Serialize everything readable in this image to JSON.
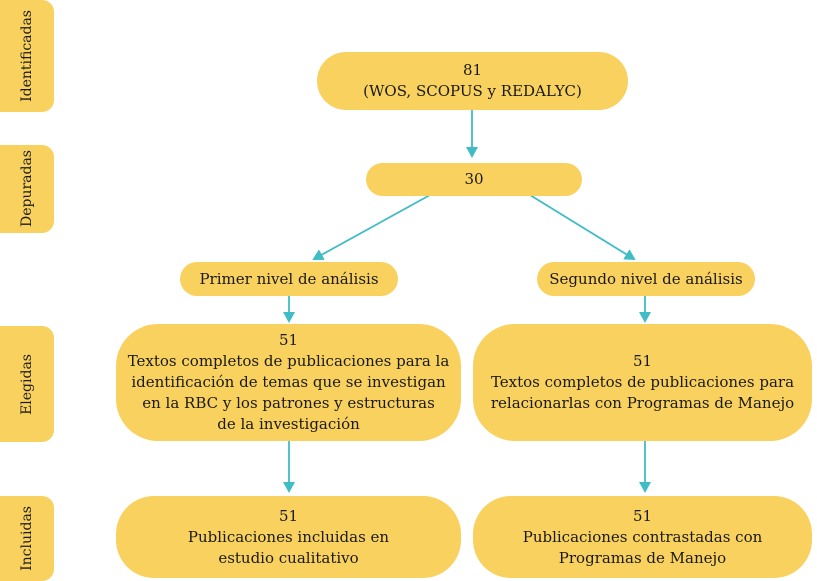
{
  "stages": [
    "Identificadas",
    "Depuradas",
    "Elegidas",
    "Incluidas"
  ],
  "identified": {
    "count": "81",
    "sources": "(WOS, SCOPUS y REDALYC)"
  },
  "filtered": {
    "count": "30"
  },
  "levels": {
    "first": "Primer nivel de análisis",
    "second": "Segundo nivel de análisis"
  },
  "eligible_left": {
    "count": "51",
    "lines": [
      "Textos completos de publicaciones para la",
      "identificación de temas que se investigan",
      "en la RBC y los patrones y estructuras",
      "de la investigación"
    ]
  },
  "eligible_right": {
    "count": "51",
    "lines": [
      "Textos completos de publicaciones para",
      "relacionarlas con Programas de Manejo"
    ]
  },
  "included_left": {
    "count": "51",
    "lines": [
      "Publicaciones incluidas en",
      "estudio cualitativo"
    ]
  },
  "included_right": {
    "count": "51",
    "lines": [
      "Publicaciones contrastadas con",
      "Programas de Manejo"
    ]
  },
  "colors": {
    "box_fill": "#f9d15e",
    "arrow": "#3fbcc6"
  }
}
